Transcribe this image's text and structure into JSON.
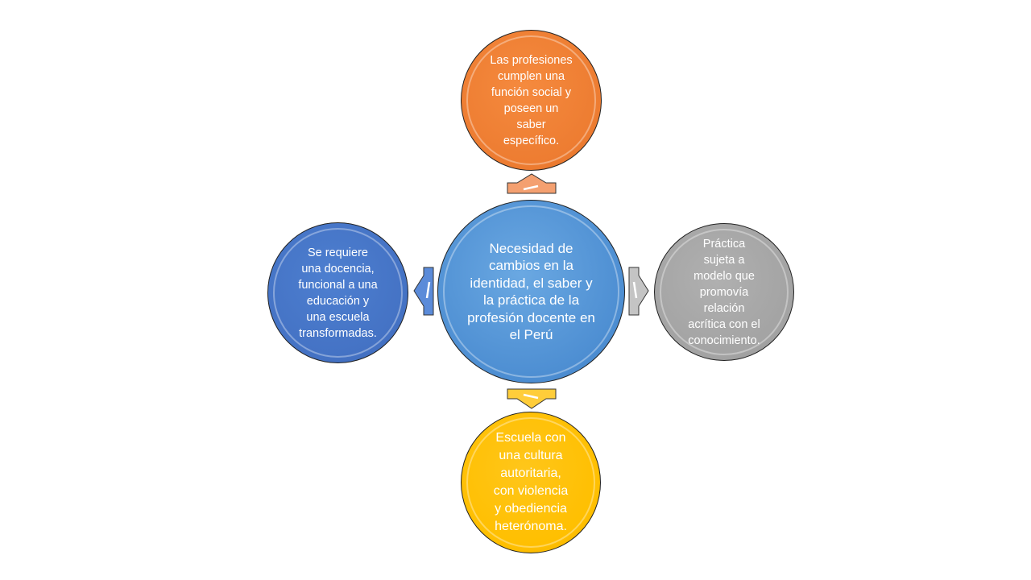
{
  "diagram": {
    "center": {
      "text": "Necesidad de cambios en la identidad, el saber y la práctica de la profesión docente en el Perú",
      "color": "#4d8ed2"
    },
    "top": {
      "text": "Las profesiones\ncumplen una\nfunción social y\nposeen un\nsaber\nespecífico.",
      "color": "#ed7c31"
    },
    "right": {
      "text": "Práctica\nsujeta a\nmodelo que\npromovía\nrelación\nacrítica con el\nconocimiento.",
      "color": "#a3a3a3"
    },
    "bottom": {
      "text": "Escuela con\nuna cultura\nautoritaria,\ncon violencia\ny obediencia\nheterónoma.",
      "color": "#ffbf00"
    },
    "left": {
      "text": "Se requiere\nuna docencia,\nfuncional a una\neducación y\nuna escuela\ntransformadas.",
      "color": "#4472c4"
    }
  }
}
